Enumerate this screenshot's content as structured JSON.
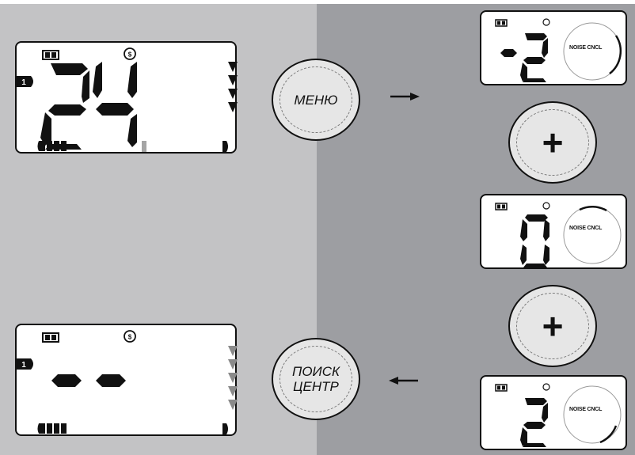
{
  "buttons": {
    "menu": "МЕНЮ",
    "pinpoint_center": "ПОИСК\nЦЕНТР",
    "plus_1": "+",
    "plus_2": "+"
  },
  "displays": {
    "main_value": "24",
    "main_mode_number": "1",
    "bottom_mode_number": "1",
    "step1_value": "-2",
    "step2_value": "0",
    "step3_value": "2",
    "noise_cancel_label": "NOISE CNCL"
  },
  "icons": {
    "battery": "battery-icon",
    "coin": "coin-icon",
    "depth_arrows": "depth-arrows-icon",
    "arrow_right": "arrow-right-icon",
    "arrow_left": "arrow-left-icon"
  },
  "colors": {
    "left_panel": "#c3c3c5",
    "right_panel": "#9d9ea2",
    "lcd_segment": "#111111",
    "button_face": "#e6e6e6"
  }
}
